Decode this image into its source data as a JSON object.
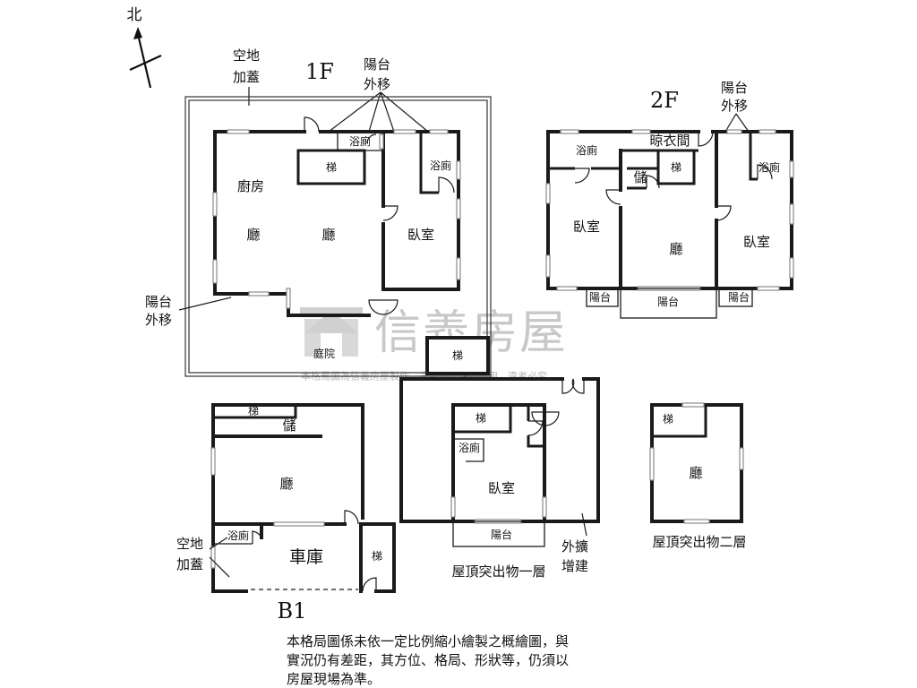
{
  "compass": {
    "north": "北"
  },
  "floor_1f": {
    "title": "1F",
    "yard_cover": {
      "line1": "空地",
      "line2": "加蓋"
    },
    "balcony_top": {
      "line1": "陽台",
      "line2": "外移"
    },
    "balcony_left": {
      "line1": "陽台",
      "line2": "外移"
    },
    "rooms": {
      "bath_center": "浴廁",
      "stairs": "梯",
      "bath_right": "浴廁",
      "kitchen": "廚房",
      "living_left": "廳",
      "living_center": "廳",
      "bedroom": "臥室",
      "courtyard": "庭院"
    }
  },
  "floor_2f": {
    "title": "2F",
    "balcony_top": {
      "line1": "陽台",
      "line2": "外移"
    },
    "rooms": {
      "bath_left": "浴廁",
      "laundry": "晾衣間",
      "stairs": "梯",
      "storage": "儲",
      "bath_right": "浴廁",
      "bedroom_left": "臥室",
      "living": "廳",
      "bedroom_right": "臥室",
      "balcony_left": "陽台",
      "balcony_center": "陽台",
      "balcony_right": "陽台"
    }
  },
  "stair_link": "梯",
  "roof_level_1": {
    "title": "屋頂突出物一層",
    "extension": {
      "line1": "外擴",
      "line2": "增建"
    },
    "rooms": {
      "stairs": "梯",
      "bath": "浴廁",
      "bedroom": "臥室",
      "balcony": "陽台"
    }
  },
  "roof_level_2": {
    "title": "屋頂突出物二層",
    "rooms": {
      "stairs": "梯",
      "living": "廳"
    }
  },
  "floor_b1": {
    "title": "B1",
    "yard_cover": {
      "line1": "空地",
      "line2": "加蓋"
    },
    "rooms": {
      "stairs_top": "梯",
      "storage": "儲",
      "living": "廳",
      "bath": "浴廁",
      "garage": "車庫",
      "stairs_right": "梯"
    }
  },
  "watermark": {
    "brand": "信義房屋",
    "notice": "本格局圖為信義房屋製作，未經允許請勿盜用，違者必究"
  },
  "disclaimer": [
    "本格局圖係未依一定比例縮小繪製之概繪圖，與",
    "實況仍有差距，其方位、格局、形狀等，仍須以",
    "房屋現場為準。"
  ],
  "colors": {
    "wall": "#1a1a1a",
    "window": "#8a8a8a",
    "watermark": "#c8c8c8",
    "background": "#ffffff"
  }
}
